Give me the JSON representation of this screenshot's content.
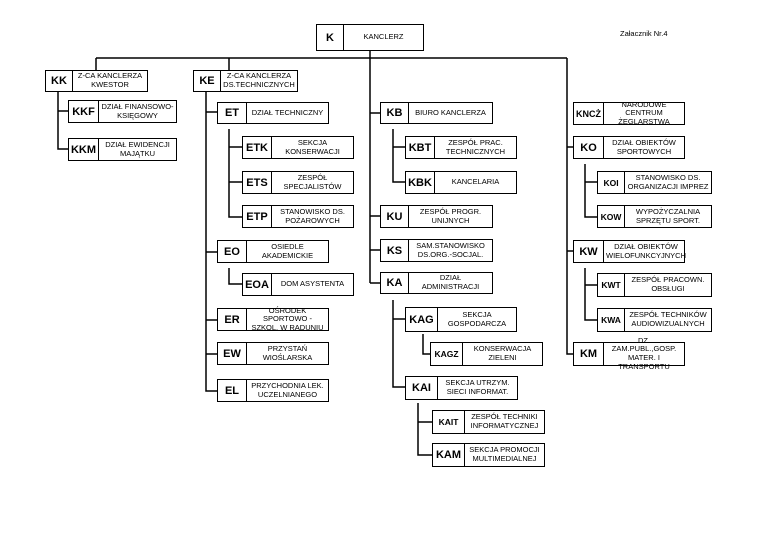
{
  "note": "Załacznik Nr.4",
  "units": {
    "K": {
      "code": "K",
      "label": "KANCLERZ"
    },
    "KK": {
      "code": "KK",
      "label": "Z-CA KANCLERZA\nKWESTOR"
    },
    "KKF": {
      "code": "KKF",
      "label": "DZIAŁ FINANSOWO-\nKSIĘGOWY"
    },
    "KKM": {
      "code": "KKM",
      "label": "DZIAŁ EWIDENCJI\nMAJĄTKU"
    },
    "KE": {
      "code": "KE",
      "label": "Z-CA KANCLERZA\nDS.TECHNICZNYCH"
    },
    "ET": {
      "code": "ET",
      "label": "DZIAŁ TECHNICZNY"
    },
    "ETK": {
      "code": "ETK",
      "label": "SEKCJA\nKONSERWACJI"
    },
    "ETS": {
      "code": "ETS",
      "label": "ZESPÓŁ\nSPECJALISTÓW"
    },
    "ETP": {
      "code": "ETP",
      "label": "STANOWISKO DS.\nPOŻAROWYCH"
    },
    "EO": {
      "code": "EO",
      "label": "OSIEDLE\nAKADEMICKIE"
    },
    "EOA": {
      "code": "EOA",
      "label": "DOM ASYSTENTA"
    },
    "ER": {
      "code": "ER",
      "label": "OŚRODEK SPORTOWO -\nSZKOL. W RADUNIU"
    },
    "EW": {
      "code": "EW",
      "label": "PRZYSTAŃ\nWIOŚLARSKA"
    },
    "EL": {
      "code": "EL",
      "label": "PRZYCHODNIA LEK.\nUCZELNIANEGO"
    },
    "KB": {
      "code": "KB",
      "label": "BIURO KANCLERZA"
    },
    "KBT": {
      "code": "KBT",
      "label": "ZESPÓŁ PRAC.\nTECHNICZNYCH"
    },
    "KBK": {
      "code": "KBK",
      "label": "KANCELARIA"
    },
    "KU": {
      "code": "KU",
      "label": "ZESPÓŁ PROGR.\nUNIJNYCH"
    },
    "KS": {
      "code": "KS",
      "label": "SAM.STANOWISKO\nDS.ORG.-SOCJAL."
    },
    "KA": {
      "code": "KA",
      "label": "DZIAŁ ADMINISTRACJI"
    },
    "KAG": {
      "code": "KAG",
      "label": "SEKCJA\nGOSPODARCZA"
    },
    "KAGZ": {
      "code": "KAGZ",
      "label": "KONSERWACJA\nZIELENI"
    },
    "KAI": {
      "code": "KAI",
      "label": "SEKCJA UTRZYM.\nSIECI INFORMAT."
    },
    "KAIT": {
      "code": "KAIT",
      "label": "ZESPÓŁ TECHNIKI\nINFORMATYCZNEJ"
    },
    "KAM": {
      "code": "KAM",
      "label": "SEKCJA PROMOCJI\nMULTIMEDIALNEJ"
    },
    "KNCZ": {
      "code": "KNCŻ",
      "label": "NARODOWE CENTRUM\nŻEGLARSTWA"
    },
    "KO": {
      "code": "KO",
      "label": "DZIAŁ OBIEKTÓW\nSPORTOWYCH"
    },
    "KOI": {
      "code": "KOI",
      "label": "STANOWISKO DS.\nORGANIZACJI IMPREZ"
    },
    "KOW": {
      "code": "KOW",
      "label": "WYPOŻYCZALNIA\nSPRZĘTU SPORT."
    },
    "KW": {
      "code": "KW",
      "label": "DZIAŁ OBIEKTÓW\nWIELOFUNKCYJNYCH"
    },
    "KWT": {
      "code": "KWT",
      "label": "ZESPÓŁ PRACOWN.\nOBSŁUGI"
    },
    "KWA": {
      "code": "KWA",
      "label": "ZESPÓŁ TECHNIKÓW\nAUDIOWIZUALNYCH"
    },
    "KM": {
      "code": "KM",
      "label": "DZ. ZAM.PUBL.,GOSP.\nMATER. I TRANSPORTU"
    }
  }
}
